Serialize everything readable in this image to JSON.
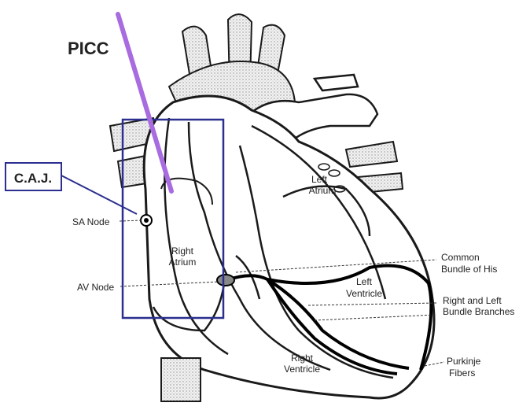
{
  "labels": {
    "picc": "PICC",
    "caj": "C.A.J.",
    "sa_node": "SA Node",
    "av_node": "AV Node",
    "right_atrium_1": "Right",
    "right_atrium_2": "Atrium",
    "left_atrium_1": "Left",
    "left_atrium_2": "Atrium",
    "left_ventricle_1": "Left",
    "left_ventricle_2": "Ventricle",
    "right_ventricle_1": "Right",
    "right_ventricle_2": "Ventricle",
    "common_his_1": "Common",
    "common_his_2": "Bundle of His",
    "bundle_branches_1": "Right and Left",
    "bundle_branches_2": "Bundle Branches",
    "purkinje_1": "Purkinje",
    "purkinje_2": "Fibers"
  },
  "colors": {
    "picc_line": "#a86be0",
    "highlight_box": "#2b2f8f",
    "outline": "#1a1a1a",
    "aorta_fill": "#d9d9d9"
  }
}
